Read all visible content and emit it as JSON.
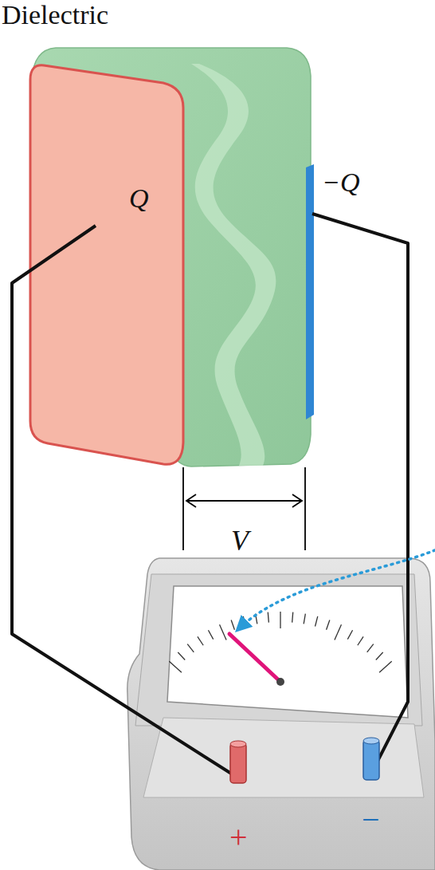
{
  "diagram": {
    "labels": [
      "Dielectric",
      "Q",
      "−Q",
      "V",
      "+",
      "−"
    ]
  }
}
